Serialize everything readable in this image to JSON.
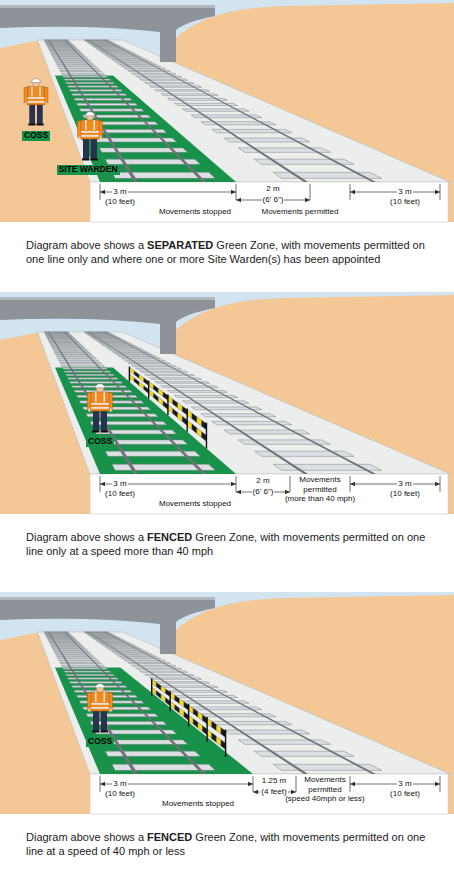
{
  "diagram": {
    "labels": [
      "COSS",
      "SITE WARDEN",
      "3 m",
      "(10 feet)",
      "Movements stopped",
      "2 m",
      "(6' 6\")",
      "Movements permitted",
      "3 m",
      "(10 feet)",
      "Diagram above shows a SEPARATED Green Zone, with movements permitted on one line only and where one or more Site Warden(s) has been appointed",
      "COSS",
      "3 m",
      "(10 feet)",
      "Movements stopped",
      "2 m",
      "(6' 6\")",
      "Movements permitted",
      "(more than 40 mph)",
      "3 m",
      "(10 feet)",
      "Diagram above shows a FENCED Green Zone, with movements permitted on one line only at a speed more than 40 mph",
      "COSS",
      "3 m",
      "(10 feet)",
      "Movements stopped",
      "1.25 m",
      "(4 feet)",
      "Movements permitted",
      "(speed 40mph or less)",
      "3 m",
      "(10 feet)",
      "Diagram above shows a FENCED Green Zone, with movements permitted on one line at a speed of 40 mph or less"
    ]
  }
}
